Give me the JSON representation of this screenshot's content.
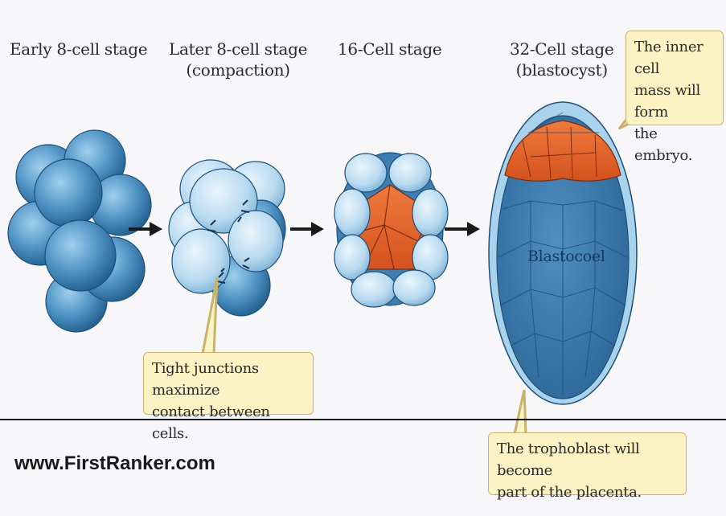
{
  "stages": [
    {
      "title": "Early 8-cell stage",
      "subtitle": ""
    },
    {
      "title": "Later 8-cell stage",
      "subtitle": "(compaction)"
    },
    {
      "title": "16-Cell stage",
      "subtitle": ""
    },
    {
      "title": "32-Cell stage",
      "subtitle": "(blastocyst)"
    }
  ],
  "labels": {
    "blastocoel": "Blastocoel"
  },
  "callouts": {
    "inner_cell_mass": [
      "The inner cell",
      "mass will form",
      "the embryo."
    ],
    "tight_junctions": [
      "Tight junctions maximize",
      "contact between cells."
    ],
    "trophoblast": [
      "The trophoblast will become",
      "part of the placenta."
    ]
  },
  "watermark": "www.FirstRanker.com",
  "colors": {
    "cell_blue": "#4f93c4",
    "cell_light": "#bcdcef",
    "inner_mass": "#e0612a",
    "callout_bg": "#fbf3c4"
  }
}
